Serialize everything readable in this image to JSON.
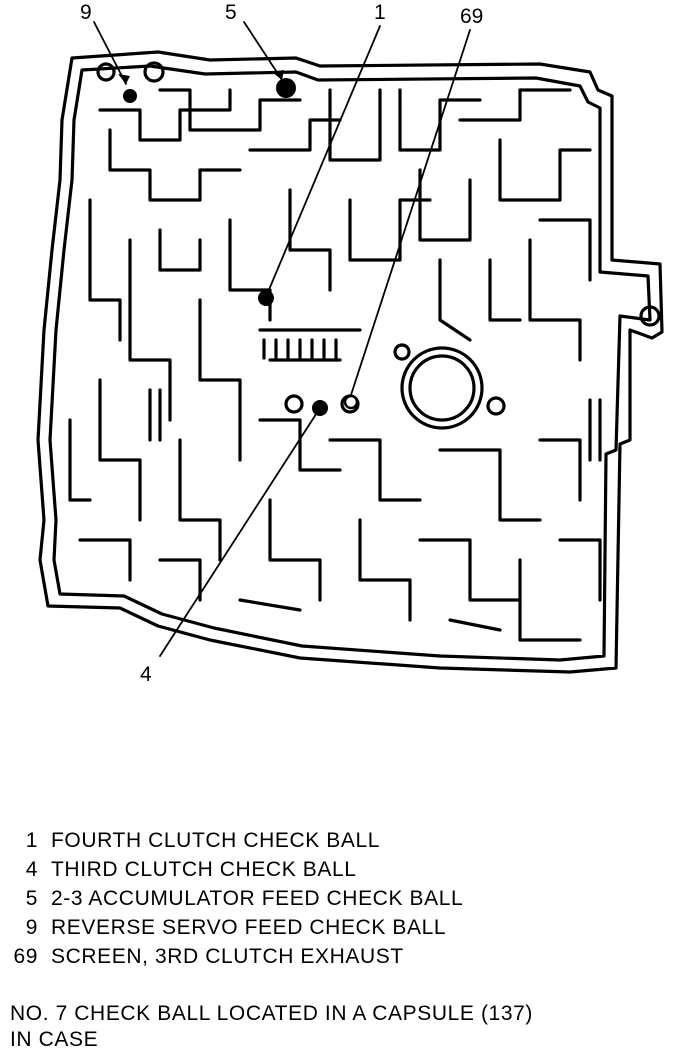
{
  "callouts": [
    {
      "number": "9"
    },
    {
      "number": "5"
    },
    {
      "number": "1"
    },
    {
      "number": "69"
    },
    {
      "number": "4"
    }
  ],
  "legend": [
    {
      "number": "1",
      "text": "FOURTH CLUTCH CHECK BALL"
    },
    {
      "number": "4",
      "text": "THIRD CLUTCH CHECK BALL"
    },
    {
      "number": "5",
      "text": "2-3 ACCUMULATOR FEED CHECK BALL"
    },
    {
      "number": "9",
      "text": "REVERSE SERVO FEED CHECK BALL"
    },
    {
      "number": "69",
      "text": "SCREEN, 3RD CLUTCH EXHAUST"
    }
  ],
  "note": {
    "line1": "NO. 7 CHECK BALL LOCATED IN A CAPSULE (137)",
    "line2": "IN CASE"
  }
}
